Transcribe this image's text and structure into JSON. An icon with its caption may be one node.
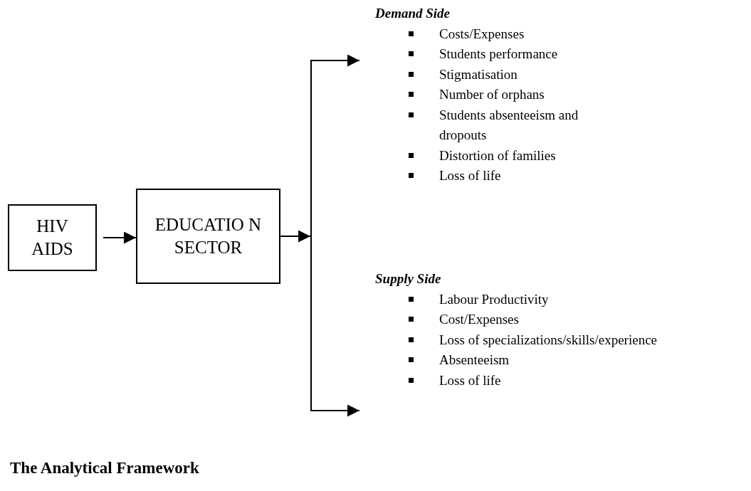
{
  "diagram": {
    "title": "The Analytical Framework",
    "nodes": [
      {
        "text": [
          "HIV AIDS"
        ]
      },
      {
        "text": [
          "EDUCATIO N SECTOR"
        ]
      },
      {
        "text": [
          "Demand Side",
          "Costs/Expenses",
          "Students performance",
          "Stigmatisation",
          "Number of orphans",
          "Students absenteeism and dropouts",
          "Distortion of families",
          "Loss of life"
        ]
      },
      {
        "text": [
          "Supply Side",
          "Labour Productivity",
          "Cost/Expenses",
          "Loss of specializations/skills/experience",
          "Absenteeism",
          "Loss of life"
        ]
      }
    ],
    "edges": [
      {
        "from": 0,
        "to": 1,
        "arrow": "to"
      },
      {
        "from": 1,
        "to": 2,
        "arrow": "to"
      },
      {
        "from": 1,
        "to": 3,
        "arrow": "to"
      }
    ]
  }
}
